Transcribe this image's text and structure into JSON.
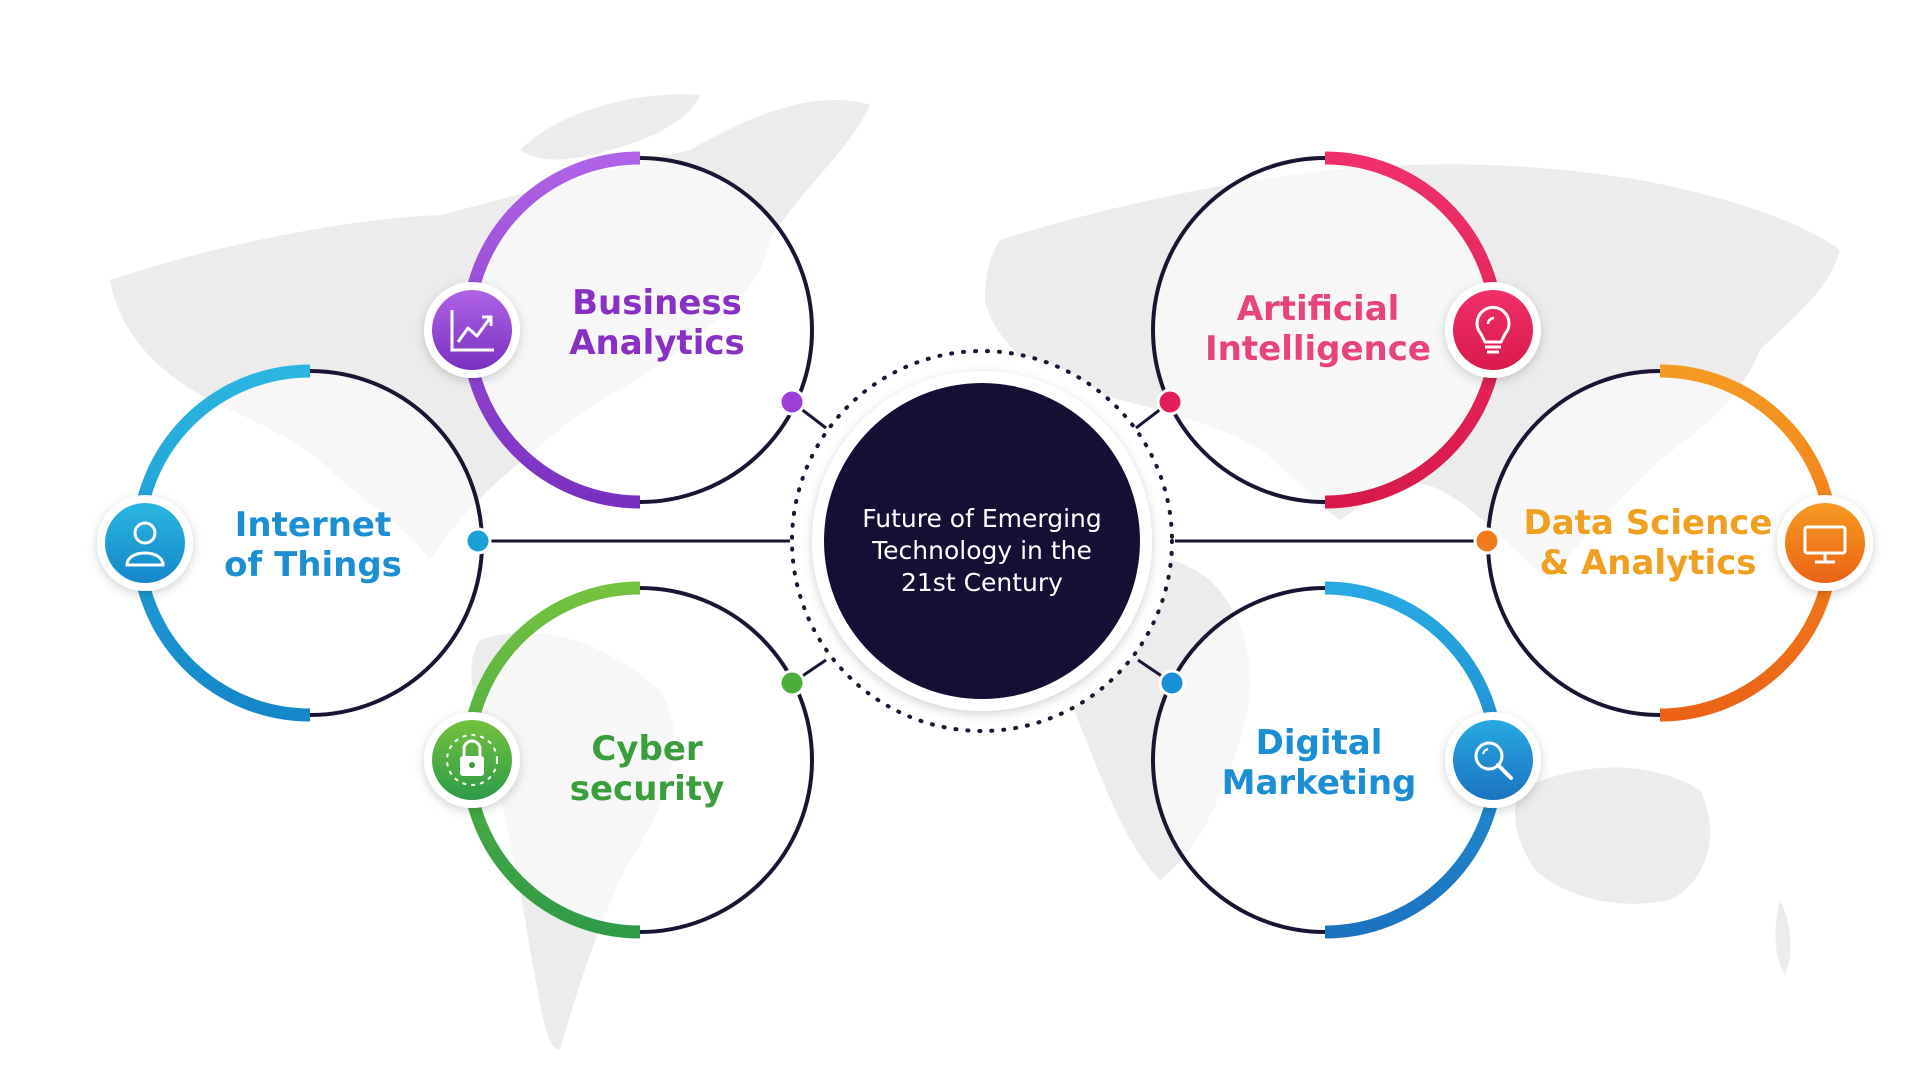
{
  "center": {
    "lines": [
      "Future of Emerging",
      "Technology in the",
      "21st Century"
    ],
    "fill_color": "#150f35"
  },
  "nodes": [
    {
      "id": "business-analytics",
      "lines": [
        "Business",
        "Analytics"
      ],
      "color": "#9b3fd6",
      "gradient": [
        "#b063e6",
        "#7a2fc0"
      ],
      "text_color": "#8a2fc4",
      "icon": "line-chart-icon"
    },
    {
      "id": "internet-of-things",
      "lines": [
        "Internet",
        "of Things"
      ],
      "color": "#1a9fd6",
      "gradient": [
        "#2ab6e0",
        "#1487c9"
      ],
      "text_color": "#1b8fd1",
      "icon": "person-icon"
    },
    {
      "id": "cyber-security",
      "lines": [
        "Cyber",
        "security"
      ],
      "color": "#4cae3a",
      "gradient": [
        "#74c23f",
        "#2f9a48"
      ],
      "text_color": "#3a9e3c",
      "icon": "lock-icon"
    },
    {
      "id": "artificial-intelligence",
      "lines": [
        "Artificial",
        "Intelligence"
      ],
      "color": "#e31e5a",
      "gradient": [
        "#f0306a",
        "#d81a4b"
      ],
      "text_color": "#e8437e",
      "icon": "lightbulb-icon"
    },
    {
      "id": "data-science-analytics",
      "lines": [
        "Data Science",
        "& Analytics"
      ],
      "color": "#f07b1c",
      "gradient": [
        "#f59a21",
        "#ec6315"
      ],
      "text_color": "#f0a020",
      "icon": "monitor-icon"
    },
    {
      "id": "digital-marketing",
      "lines": [
        "Digital",
        "Marketing"
      ],
      "color": "#1a8fd6",
      "gradient": [
        "#27a9e2",
        "#1b73bf"
      ],
      "text_color": "#1b8ed4",
      "icon": "magnifier-icon"
    }
  ],
  "colors": {
    "outline": "#1a1533",
    "map": "#ececec",
    "dots": "#1a1533"
  }
}
